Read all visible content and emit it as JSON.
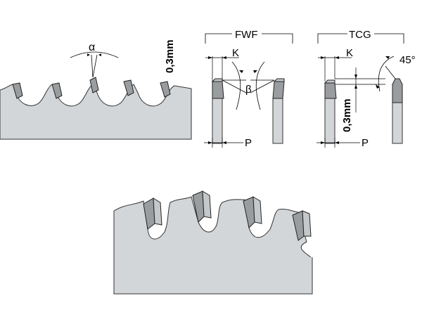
{
  "labels": {
    "alpha": "α",
    "clearance": "0,3mm",
    "fwf_title": "FWF",
    "fwf_k": "K",
    "fwf_beta": "β",
    "fwf_p": "P",
    "tcg_title": "TCG",
    "tcg_k": "K",
    "tcg_angle": "45°",
    "tcg_clearance": "0,3mm",
    "tcg_p": "P"
  },
  "colors": {
    "blade": "#d3d6d8",
    "tooth_dark": "#9a9d9f",
    "tooth_light": "#c5c8ca",
    "line": "#000000"
  }
}
